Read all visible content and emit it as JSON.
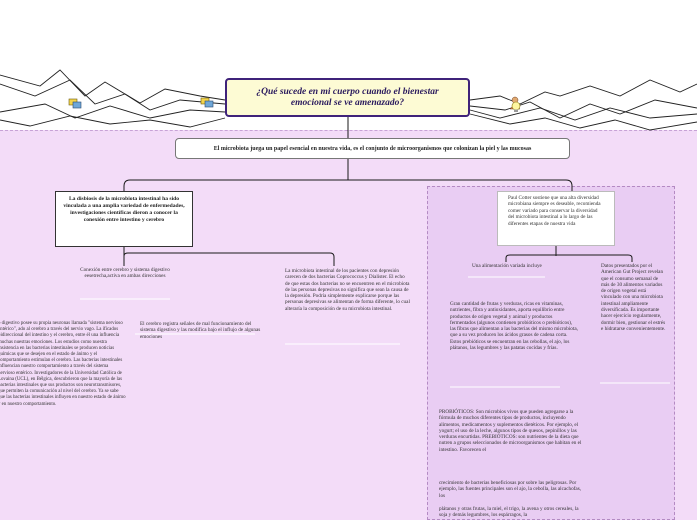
{
  "title": "¿Qué sucede en mi cuerpo cuando el bienestar emocional se ve amenazado?",
  "subtitle": "El microbiota juega un papel esencial en nuestra vida, es el conjunto de microorganismos que colonizan la piel y las mucosas",
  "left_branch": {
    "box": "La disbiosis de la microbiota intestinal ha sido vinculada a una amplia variedad de enfermedades, investigaciones científicas dieron a conocer la conexión entre intestino y cerebro",
    "conexion": "Conexión entre cerebro y sistema digestivo eesetrecha,activa en ambas direcciones",
    "sistema": "o digestivo posee su propia neuronas llamada \"sistema nervioso entérico\", ado al cerebro a través del nervio vago. La ificados bidireccional del intestino y el cerebro, entre él una influencia muchas nuestras emociones. Los estudios como nuestra insistencia en las bacterias intestinales se producen noticias químicas que se desejen en el estado de ánimo y el comportamiento estimulan el cerebro. Las bacterias intestinales influencian nuestro comportamiento a través del sistema nervioso entérico. Investigadores de la Universidad Católica de Lovaina (UCL), en Bélgica, descubrieron que la mayoría de las bacterias intestinales que sus productos son neurotransmisores, que permiten la comunicación al nivel del cerebro. Ya se sabe que las bacterias intestinales influyen en nuestro estado de ánimo y en nuestro comportamiento.",
    "cerebro": "El cerebro registra señales de mal funcionamiento del sistema digestivo y las modifica bajo el influjo de algunas emociones",
    "microbiota": "La microbiota intestinal de los pacientes con depresión carecen de dos bacterias Coprococcus y Dialister. El echo de que estas dos bacterias no se encuentren en el microbiota de las personas depresivas no significa que sean la causa de la depresión. Podría simplemente explicarse porque las personas depresivas se alimentan de forma diferente, lo cual alteraría la composición de su microbiota intestinal."
  },
  "right_branch": {
    "box": "Paul Cotter sostiene que una alta diversidad microbiana siempre es deseable, recomienda comer variado para conservar la diversidad del microbiota intestinal a lo largo de las diferentes etapas de nuestra vida",
    "alimentacion": "Una alimentación variada incluye",
    "alimentacion_detail": "Gran cantidad de frutas y verduras, ricas en vitaminas, nutrientes, fibra y antioxidantes, aporta equilibrio entre productos de origen vegetal y animal y productos fermentados (algunos contienen probióticos o prebióticos), las fibras que alimentan a las bacterias del mismo microbiota, que a su vez producen los ácidos grasos de cadena corta. Estos prebióticos se encuentran en las cebollas, el ajo, los plátanos, las legumbres y las patatas cocidas y frías.",
    "datos": "Datos presentados por el American Gut Project revelan que el consumo semanal de más de 30 alimentos variados de origen vegetal está vinculado con una microbiota intestinal ampliamente diversificada. Es importante hacer ejercicio regularmente, dormir bien, gestionar el estrés e hidratarse convenientemente.",
    "probioticos": "PROBIÓTICOS: Son microbios vivos que pueden agregarse a la fórmula de muchos diferentes tipos de productos, incluyendo alimentos, medicamentos y suplementos dietéticos. Por ejemplo, el yogurt; el uso de la leche, algunos tipos de quesos, pepinillos y las verduras encurtidas. PREBIÓTICOS: son nutrientes de la dieta que nutren a grupos seleccionados de microorganismos que habitan en el intestino. Favorecen el",
    "crecimiento": "crecimiento de bacterias beneficiosas por sobre las peligrosas. Por ejemplo, las fuentes principales son el ajo, la cebolla, las alcachofas, los",
    "platano": "plátanos y otras frutas, la miel, el trigo, la avena y otros cereales, la soja y demás legumbres, los espárragos, la"
  },
  "colors": {
    "title_bg": "#fdfbd4",
    "title_border": "#3f237a",
    "panel_bg": "#f3dcf8",
    "panel_right": "#e9cdf3",
    "line": "#1a1a1a"
  },
  "icons": [
    "note-icon",
    "note-icon",
    "person-icon",
    "lightbulb-icon"
  ]
}
